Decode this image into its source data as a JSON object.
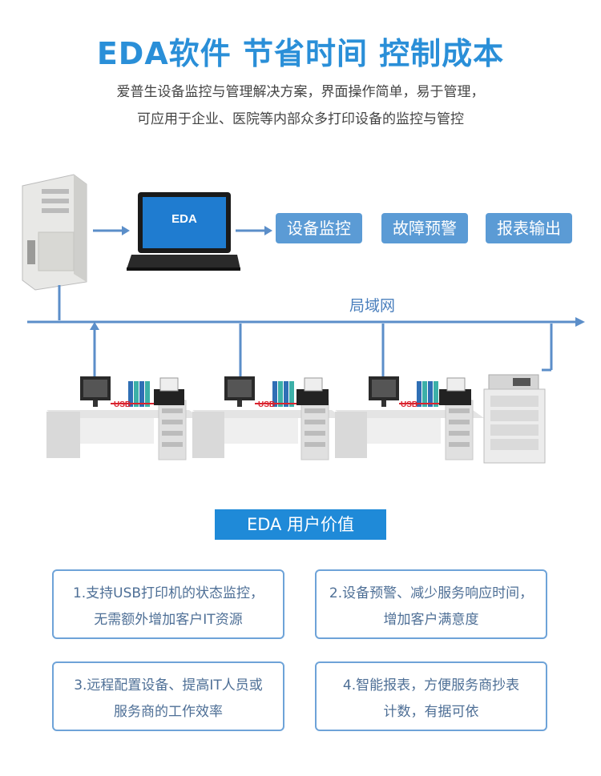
{
  "header": {
    "title": "EDA软件 节省时间 控制成本",
    "subtitle_line1": "爱普生设备监控与管理解决方案，界面操作简单，易于管理，",
    "subtitle_line2": "可应用于企业、医院等内部众多打印设备的监控与管控"
  },
  "diagram": {
    "laptop_label": "EDA",
    "features": [
      "设备监控",
      "故障预警",
      "报表输出"
    ],
    "lan_label": "局域网",
    "usb_label": "USB"
  },
  "value_section": {
    "title": "EDA  用户价值",
    "cards": [
      {
        "line1": "1.支持USB打印机的状态监控，",
        "line2": "无需额外增加客户IT资源"
      },
      {
        "line1": "2.设备预警、减少服务响应时间，",
        "line2": "增加客户满意度"
      },
      {
        "line1": "3.远程配置设备、提高IT人员或",
        "line2": "服务商的工作效率"
      },
      {
        "line1": "4.智能报表，方便服务商抄表",
        "line2": "计数，有据可依"
      }
    ]
  },
  "colors": {
    "accent": "#2a8fd8",
    "feature_bg": "#5b9bd5",
    "line": "#5b8ec9"
  }
}
